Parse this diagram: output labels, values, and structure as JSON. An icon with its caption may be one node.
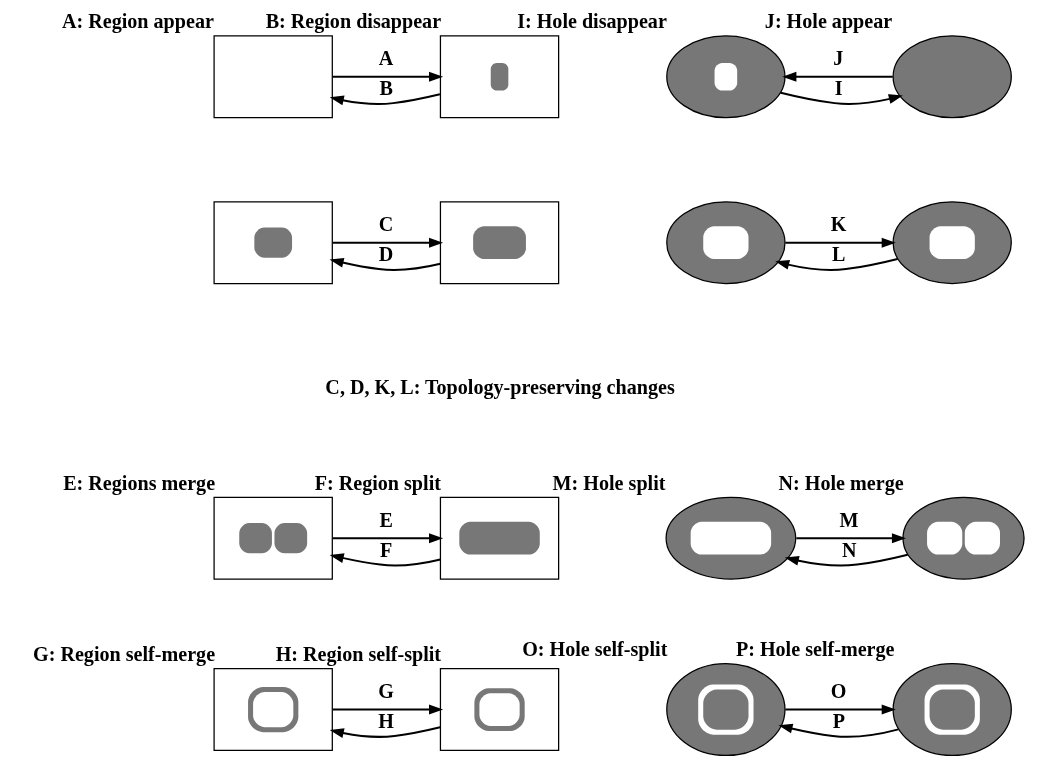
{
  "diagram": {
    "nodes": [
      {
        "text": [],
        "shape": "box",
        "beside": [
          "A: Region appear"
        ]
      },
      {
        "text": [],
        "shape": "picture",
        "beside": [
          "B: Region disappear"
        ]
      },
      {
        "text": [],
        "shape": "picture",
        "beside": [
          "I: Hole disappear"
        ]
      },
      {
        "text": [],
        "shape": "ellipse",
        "beside": [
          "J: Hole appear"
        ]
      },
      {
        "text": [],
        "shape": "picture"
      },
      {
        "text": [],
        "shape": "picture"
      },
      {
        "text": [],
        "shape": "picture"
      },
      {
        "text": [],
        "shape": "picture"
      },
      {
        "text": [],
        "shape": "picture",
        "beside": [
          "E: Regions merge"
        ]
      },
      {
        "text": [],
        "shape": "picture",
        "beside": [
          "F: Region split"
        ]
      },
      {
        "text": [],
        "shape": "picture",
        "beside": [
          "M: Hole split"
        ]
      },
      {
        "text": [],
        "shape": "picture",
        "beside": [
          "N: Hole merge"
        ]
      },
      {
        "text": [],
        "shape": "picture",
        "beside": [
          "G: Region self-merge"
        ]
      },
      {
        "text": [],
        "shape": "picture",
        "beside": [
          "H: Region self-split"
        ]
      },
      {
        "text": [],
        "shape": "picture",
        "beside": [
          "O: Hole self-split"
        ]
      },
      {
        "text": [],
        "shape": "picture",
        "beside": [
          "P: Hole self-merge"
        ]
      }
    ],
    "edges": [
      {
        "from": 0,
        "to": 1,
        "arrow": "to",
        "label": "A"
      },
      {
        "from": 1,
        "to": 0,
        "arrow": "to",
        "label": "B"
      },
      {
        "from": 2,
        "to": 3,
        "arrow": "to",
        "label": "I"
      },
      {
        "from": 3,
        "to": 2,
        "arrow": "to",
        "label": "J"
      },
      {
        "from": 4,
        "to": 5,
        "arrow": "to",
        "label": "C"
      },
      {
        "from": 5,
        "to": 4,
        "arrow": "to",
        "label": "D"
      },
      {
        "from": 6,
        "to": 7,
        "arrow": "to",
        "label": "K"
      },
      {
        "from": 7,
        "to": 6,
        "arrow": "to",
        "label": "L"
      },
      {
        "from": 8,
        "to": 9,
        "arrow": "to",
        "label": "E"
      },
      {
        "from": 9,
        "to": 8,
        "arrow": "to",
        "label": "F"
      },
      {
        "from": 10,
        "to": 11,
        "arrow": "to",
        "label": "M"
      },
      {
        "from": 11,
        "to": 10,
        "arrow": "to",
        "label": "N"
      },
      {
        "from": 12,
        "to": 13,
        "arrow": "to",
        "label": "G"
      },
      {
        "from": 13,
        "to": 12,
        "arrow": "to",
        "label": "H"
      },
      {
        "from": 14,
        "to": 15,
        "arrow": "to",
        "label": "O"
      },
      {
        "from": 15,
        "to": 14,
        "arrow": "to",
        "label": "P"
      }
    ],
    "labels": [
      "C, D, K, L: Topology-preserving changes"
    ]
  }
}
